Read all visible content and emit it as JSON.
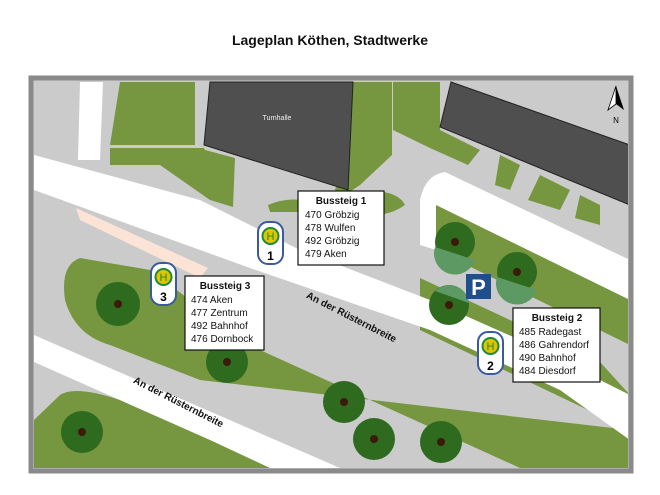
{
  "title": "Lageplan Köthen, Stadtwerke",
  "building_label": "Turnhalle",
  "north_label": "N",
  "streets": [
    "An der Rüsternbreite",
    "An der Rüsternbreite"
  ],
  "parking_label": "P",
  "stop_symbol": "H",
  "platforms": [
    {
      "number": "1",
      "name": "Bussteig 1",
      "routes": [
        "470 Gröbzig",
        "478 Wulfen",
        "492 Gröbzig",
        "479 Aken"
      ]
    },
    {
      "number": "2",
      "name": "Bussteig 2",
      "routes": [
        "485 Radegast",
        "486 Gahrendorf",
        "490 Bahnhof",
        "484 Diesdorf"
      ]
    },
    {
      "number": "3",
      "name": "Bussteig 3",
      "routes": [
        "474 Aken",
        "477 Zentrum",
        "492 Bahnhof",
        "476 Dornbock"
      ]
    }
  ],
  "colors": {
    "grass": "#76963f",
    "tree": "#2e6b1f",
    "building": "#4f4f4f",
    "pavement": "#cbcbcb",
    "road": "#ffffff",
    "stop_ring": "#3a5aa0",
    "stop_fill": "#e0c400",
    "parking": "#1f4e8c"
  }
}
